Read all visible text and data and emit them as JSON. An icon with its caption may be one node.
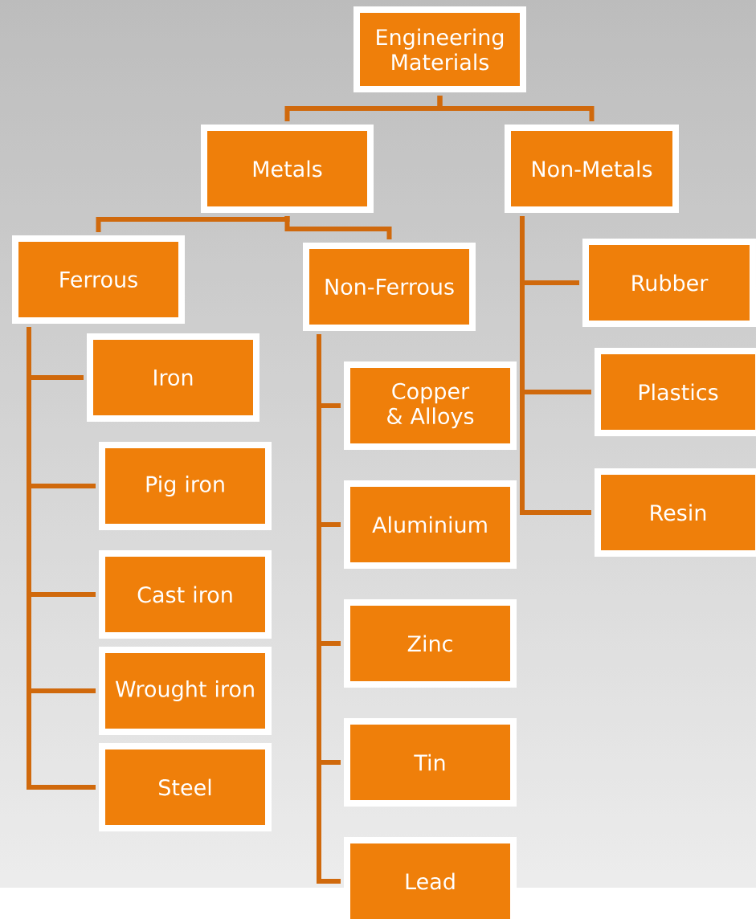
{
  "diagram": {
    "nodes": [
      {
        "text": [
          "Engineering Materials"
        ]
      },
      {
        "text": [
          "Metals"
        ]
      },
      {
        "text": [
          "Non-Metals"
        ]
      },
      {
        "text": [
          "Ferrous"
        ]
      },
      {
        "text": [
          "Non-Ferrous"
        ]
      },
      {
        "text": [
          "Iron"
        ]
      },
      {
        "text": [
          "Pig iron"
        ]
      },
      {
        "text": [
          "Cast iron"
        ]
      },
      {
        "text": [
          "Wrought iron"
        ]
      },
      {
        "text": [
          "Steel"
        ]
      },
      {
        "text": [
          "Copper & Alloys"
        ]
      },
      {
        "text": [
          "Aluminium"
        ]
      },
      {
        "text": [
          "Zinc"
        ]
      },
      {
        "text": [
          "Tin"
        ]
      },
      {
        "text": [
          "Lead"
        ]
      },
      {
        "text": [
          "Rubber"
        ]
      },
      {
        "text": [
          "Plastics"
        ]
      },
      {
        "text": [
          "Resin"
        ]
      }
    ],
    "edges": [
      {
        "from": 0,
        "to": 1,
        "arrow": "none"
      },
      {
        "from": 0,
        "to": 2,
        "arrow": "none"
      },
      {
        "from": 1,
        "to": 3,
        "arrow": "none"
      },
      {
        "from": 1,
        "to": 4,
        "arrow": "none"
      },
      {
        "from": 3,
        "to": 5,
        "arrow": "none"
      },
      {
        "from": 3,
        "to": 6,
        "arrow": "none"
      },
      {
        "from": 3,
        "to": 7,
        "arrow": "none"
      },
      {
        "from": 3,
        "to": 8,
        "arrow": "none"
      },
      {
        "from": 3,
        "to": 9,
        "arrow": "none"
      },
      {
        "from": 4,
        "to": 10,
        "arrow": "none"
      },
      {
        "from": 4,
        "to": 11,
        "arrow": "none"
      },
      {
        "from": 4,
        "to": 12,
        "arrow": "none"
      },
      {
        "from": 4,
        "to": 13,
        "arrow": "none"
      },
      {
        "from": 4,
        "to": 14,
        "arrow": "none"
      },
      {
        "from": 2,
        "to": 15,
        "arrow": "none"
      },
      {
        "from": 2,
        "to": 16,
        "arrow": "none"
      },
      {
        "from": 2,
        "to": 17,
        "arrow": "none"
      }
    ]
  }
}
